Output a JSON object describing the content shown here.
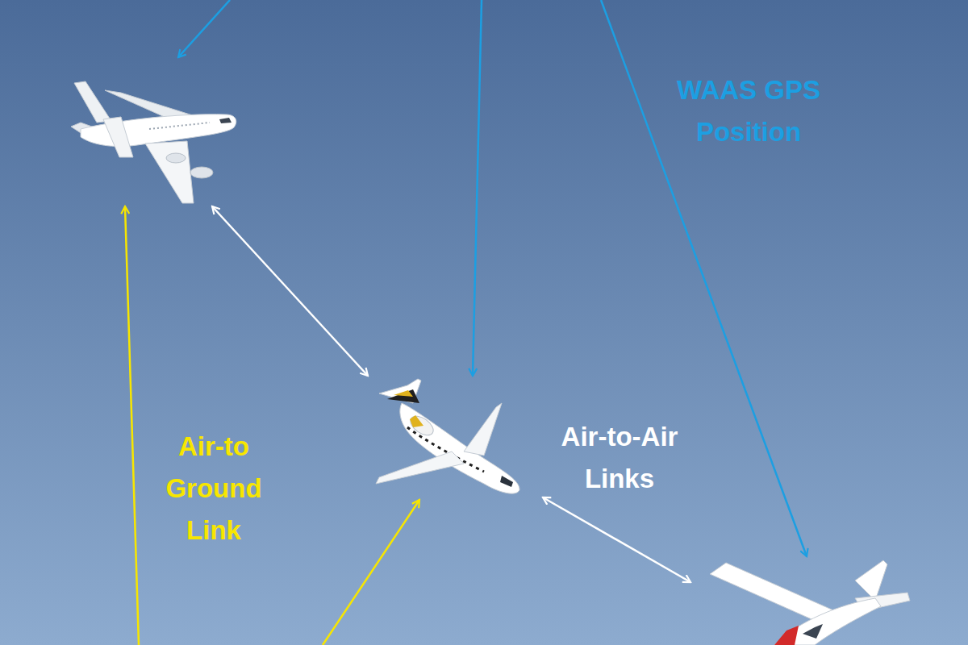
{
  "diagram": {
    "labels": [
      "WAAS GPS Position",
      "Air-to Ground Link",
      "Air-to-Air Links"
    ]
  }
}
